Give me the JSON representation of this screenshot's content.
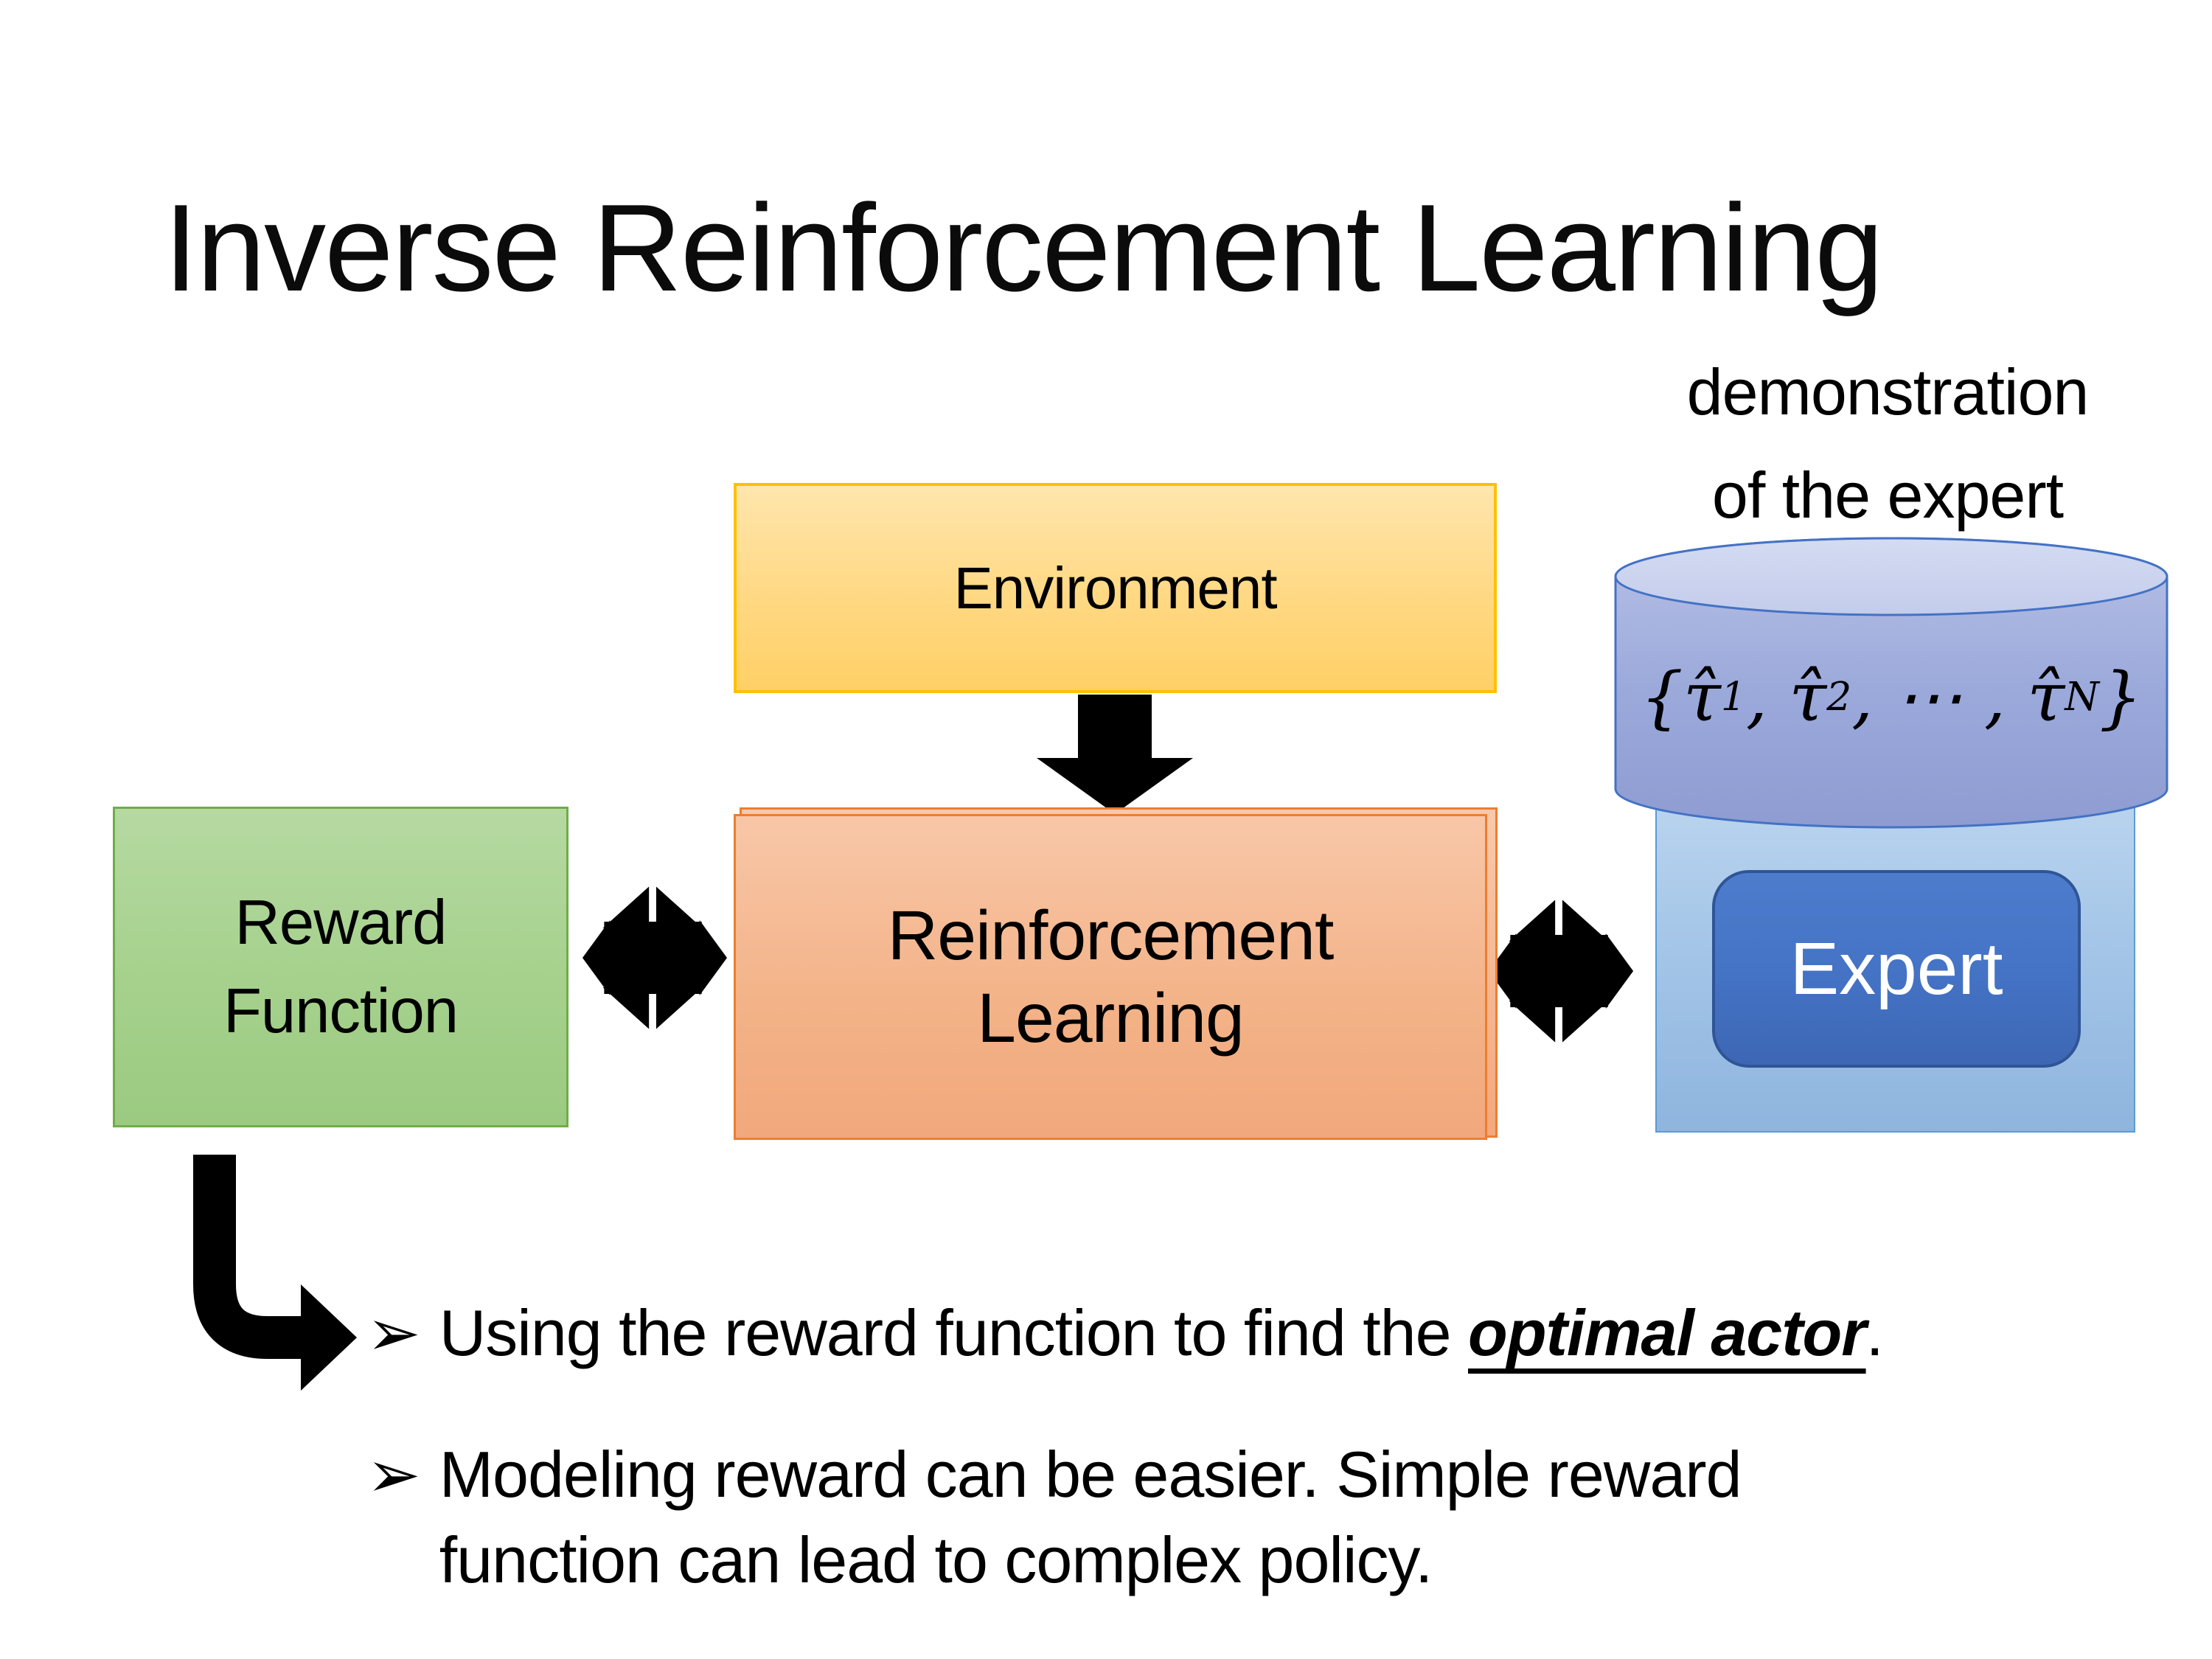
{
  "slide": {
    "title": "Inverse Reinforcement Learning",
    "demo_label": {
      "line1": "demonstration",
      "line2": "of the expert"
    },
    "boxes": {
      "environment": "Environment",
      "reward_line1": "Reward",
      "reward_line2": "Function",
      "rl_line1": "Reinforcement",
      "rl_line2": "Learning",
      "expert": "Expert"
    },
    "math": {
      "open_brace_tau": "{τ̂",
      "sub1": "1",
      "comma_tau2": ", τ̂",
      "sub2": "2",
      "dots_tau3": ", ⋯ , τ̂",
      "sub3": "N",
      "close_brace": "}"
    },
    "bullets": {
      "marker": "➢",
      "bullet1_prefix": "Using the reward function to find the ",
      "bullet1_emphasis": "optimal actor",
      "bullet1_suffix": ".",
      "bullet2_line1": "Modeling reward can be easier. Simple reward",
      "bullet2_line2": "function can lead to complex policy."
    },
    "colors": {
      "environment_border": "#FFC000",
      "environment_fill": "#FFD883",
      "rl_border": "#ED7D31",
      "rl_fill": "#F4B183",
      "reward_border": "#70AD47",
      "reward_fill": "#A9D18E",
      "expert_outer_fill": "#9DC3E6",
      "expert_outer_border": "#5B9BD5",
      "expert_button_fill": "#4472C4",
      "expert_button_border": "#2F5597",
      "cylinder_fill": "#99A7D8",
      "cylinder_top_fill": "#CDD5EF",
      "cylinder_border": "#4472C4",
      "arrow_color": "#000000"
    }
  }
}
